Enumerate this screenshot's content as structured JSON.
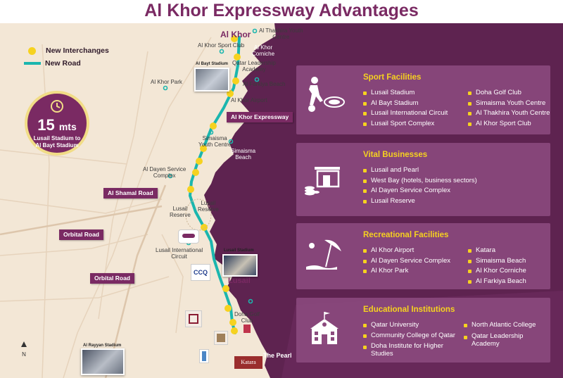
{
  "title": "Al Khor Expressway Advantages",
  "legend": {
    "interchanges": "New Interchanges",
    "road": "New Road"
  },
  "timer": {
    "value": "15",
    "unit": "mts",
    "caption_line1": "Lusail Stadium to",
    "caption_line2": "Al Bayt Stadium"
  },
  "map": {
    "al_khor": "Al Khor",
    "lusail": "Lusail",
    "the_pearl": "The Pearl",
    "al_thakhira_youth_centre_1": "Al Thakhira Youth",
    "al_thakhira_youth_centre_2": "Centre",
    "al_khor_sport_club": "Al Khor Sport Club",
    "al_khor_corniche_1": "Al Khor",
    "al_khor_corniche_2": "Corniche",
    "al_khor_park": "Al Khor Park",
    "al_bayt_stadium": "Al Bayt Stadium",
    "qatar_leadership_academy_1": "Qatar Leadership",
    "qatar_leadership_academy_2": "Academy",
    "al_farkiya_beach": "Al Farkiya Beach",
    "al_khor_airport": "Al Khor Airport",
    "al_khor_expressway": "Al Khor Expressway",
    "simaisma_youth_centre_1": "Simaisma",
    "simaisma_youth_centre_2": "Youth Centre",
    "simaisma_beach_1": "Simaisma",
    "simaisma_beach_2": "Beach",
    "al_dayen_service_complex_1": "Al Dayen Service",
    "al_dayen_service_complex_2": "Complex",
    "al_shamal_road": "Al Shamal Road",
    "lusail_reserve_left_1": "Lusail",
    "lusail_reserve_left_2": "Reserve",
    "lusail_reserve_right_1": "Lusail",
    "lusail_reserve_right_2": "Reserve",
    "orbital_road_1": "Orbital Road",
    "orbital_road_2": "Orbital Road",
    "lusail_international_circuit_1": "Lusail International",
    "lusail_international_circuit_2": "Circuit",
    "lusail_stadium": "Lusail Stadium",
    "doha_golf_club_1": "Doha Golf",
    "doha_golf_club_2": "Club",
    "al_rayyan_stadium": "Al Rayyan Stadium",
    "katara": "Katara",
    "cc_logo": "CCQ",
    "compass_n": "N"
  },
  "panels": [
    {
      "title": "Sport Facilities",
      "col1": [
        "Lusail Stadium",
        "Al Bayt Stadium",
        "Lusail International Circuit",
        "Lusail Sport Complex"
      ],
      "col2": [
        "Doha Golf Club",
        "Simaisma Youth Centre",
        "Al Thakhira Youth Centre",
        "Al Khor Sport Club"
      ]
    },
    {
      "title": "Vital Businesses",
      "col1": [
        "Lusail and Pearl",
        "West Bay (hotels, business sectors)",
        "Al Dayen Service Complex",
        "Lusail Reserve"
      ],
      "col2": []
    },
    {
      "title": "Recreational Facilities",
      "col1": [
        "Al Khor Airport",
        "Al Dayen Service Complex",
        "Al Khor Park"
      ],
      "col2": [
        "Katara",
        "Simaisma Beach",
        "Al Khor Corniche",
        "Al Farkiya Beach"
      ]
    },
    {
      "title": "Educational Institutions",
      "col1": [
        "Qatar University",
        "Community College of Qatar",
        "Doha Institute for Higher Studies"
      ],
      "col2": [
        "North Atlantic College",
        "Qatar Leadership Academy"
      ]
    }
  ],
  "colors": {
    "brand_purple": "#7a2a63",
    "panel_purple": "#8c4a7e",
    "sea_purple": "#5e2350",
    "land": "#f3e7d6",
    "interchange_yellow": "#f6d21f",
    "road_teal": "#1bb6ae",
    "pin_teal": "#1bb6ae"
  }
}
